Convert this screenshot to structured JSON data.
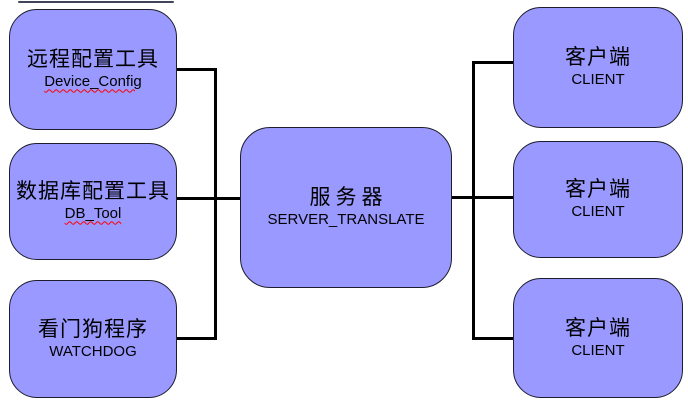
{
  "diagram": {
    "background_color": "#ffffff",
    "node_fill_color": "#9999ff",
    "node_border_color": "#1d1d2e",
    "connector_color": "#000000",
    "spellcheck_underline_color": "#ff0000",
    "nodes": {
      "left": [
        {
          "title": "远程配置工具",
          "subtitle": "Device_Config",
          "spellcheck_flagged": true
        },
        {
          "title": "数据库配置工具",
          "subtitle": "DB_Tool",
          "spellcheck_flagged": true
        },
        {
          "title": "看门狗程序",
          "subtitle": "WATCHDOG",
          "spellcheck_flagged": false
        }
      ],
      "center": {
        "title": "服务器",
        "subtitle": "SERVER_TRANSLATE",
        "spellcheck_flagged": false
      },
      "right": [
        {
          "title": "客户端",
          "subtitle": "CLIENT",
          "spellcheck_flagged": false
        },
        {
          "title": "客户端",
          "subtitle": "CLIENT",
          "spellcheck_flagged": false
        },
        {
          "title": "客户端",
          "subtitle": "CLIENT",
          "spellcheck_flagged": false
        }
      ]
    }
  }
}
